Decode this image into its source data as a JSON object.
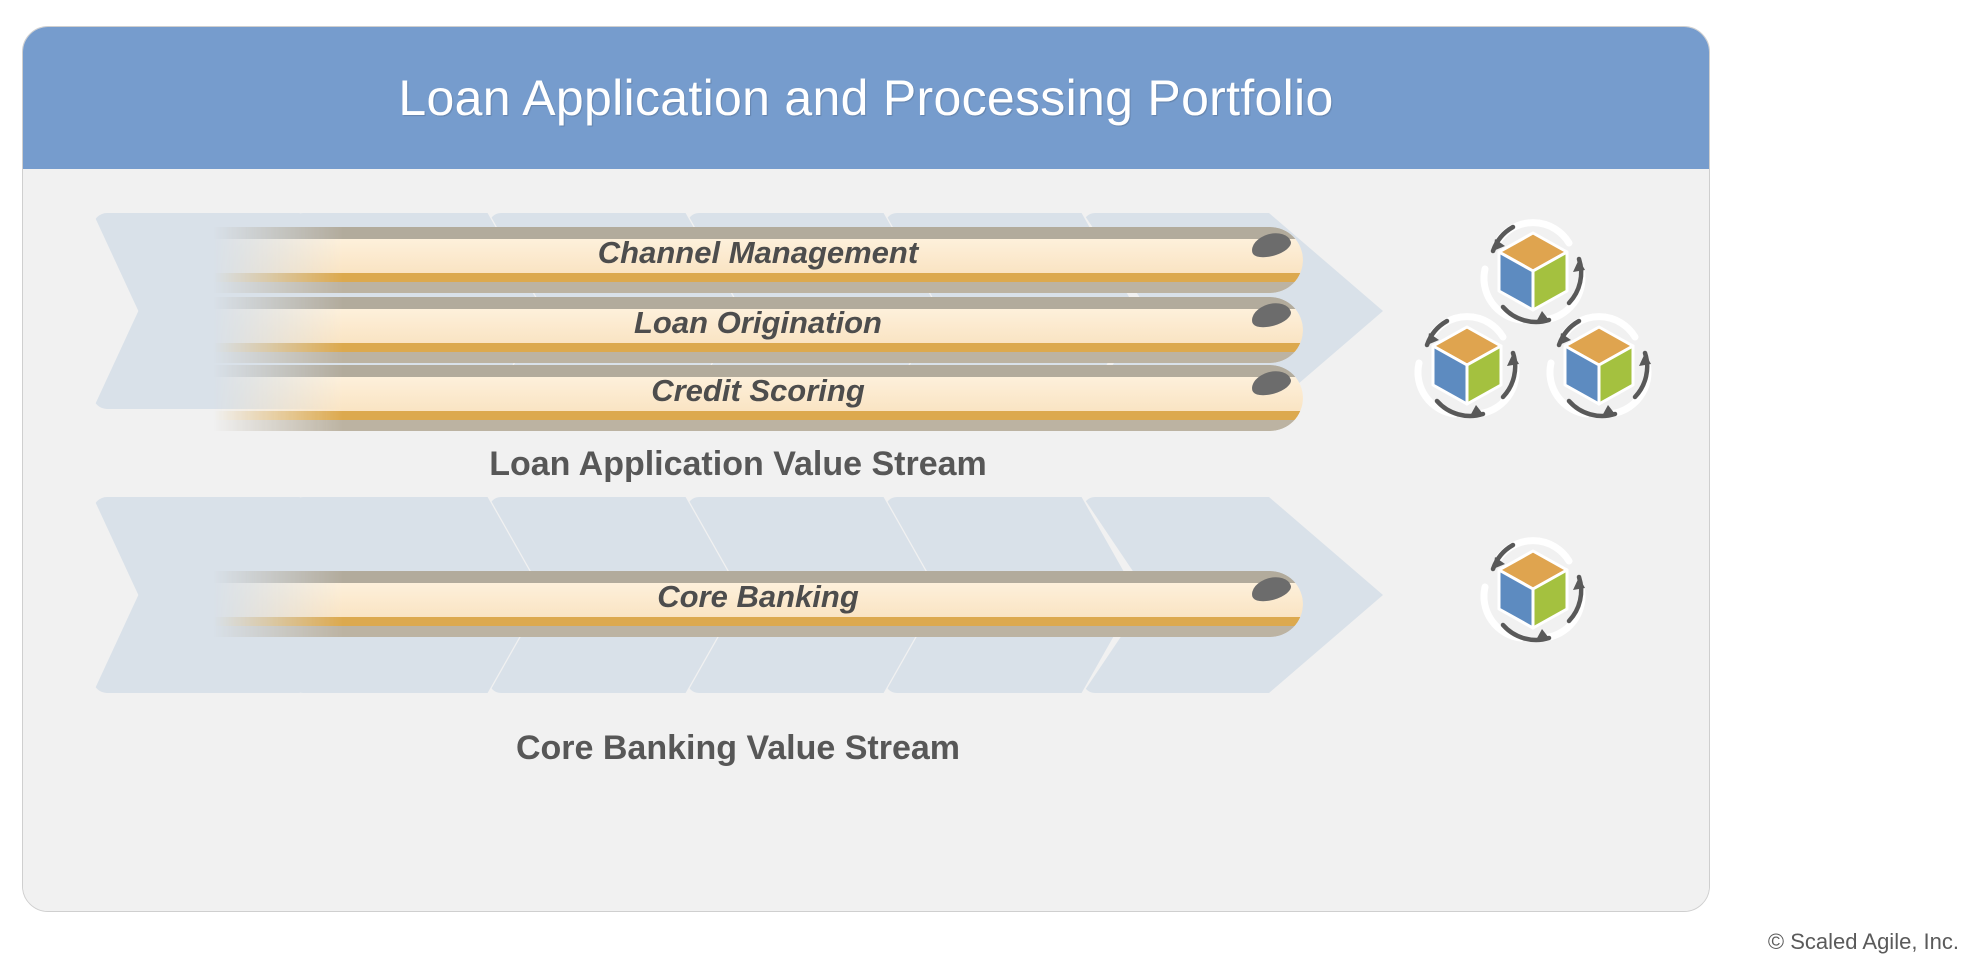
{
  "portfolio": {
    "title": "Loan Application and Processing Portfolio",
    "header_color": "#769ccd",
    "body_color": "#f1f1f1"
  },
  "value_streams": [
    {
      "name": "Loan Application Value Stream",
      "caption": "Loan Application Value Stream",
      "chevron_count": 6,
      "chevron_color": "#d9e1e9",
      "solutions": [
        {
          "label": "Channel Management"
        },
        {
          "label": "Loan Origination"
        },
        {
          "label": "Credit Scoring"
        }
      ],
      "art_count": 3,
      "art_icon": "agile-release-train-cube-icon"
    },
    {
      "name": "Core Banking Value Stream",
      "caption": "Core Banking Value Stream",
      "chevron_count": 6,
      "chevron_color": "#d9e1e9",
      "solutions": [
        {
          "label": "Core Banking"
        }
      ],
      "art_count": 1,
      "art_icon": "agile-release-train-cube-icon"
    }
  ],
  "cube_colors": {
    "top": "#dfa44f",
    "left": "#5d8bc0",
    "right": "#a4c13f",
    "stroke": "#ffffff",
    "arrow": "#595959"
  },
  "bar_colors": {
    "top_edge": "#b2ab9c",
    "face": "#fae4c3",
    "accent": "#dca94e",
    "shadow": "#bcb3a2",
    "tip": "#6c6c6c",
    "text": "#4d4d4d"
  },
  "footer": {
    "copyright": "© Scaled Agile, Inc."
  }
}
